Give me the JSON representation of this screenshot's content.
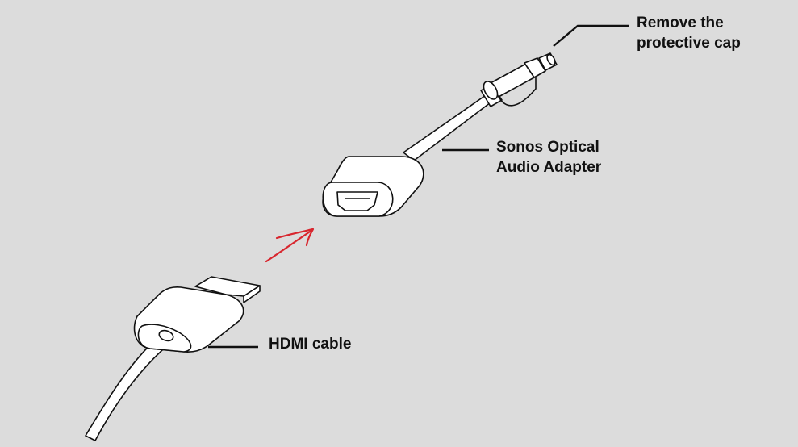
{
  "labels": {
    "cap": {
      "line1": "Remove the",
      "line2": "protective cap"
    },
    "adapter": {
      "line1": "Sonos Optical",
      "line2": "Audio Adapter"
    },
    "hdmi": {
      "line1": "HDMI cable"
    }
  },
  "colors": {
    "background": "#dcdcdc",
    "outline": "#111111",
    "fill": "#ffffff",
    "arrow": "#d8262e"
  }
}
